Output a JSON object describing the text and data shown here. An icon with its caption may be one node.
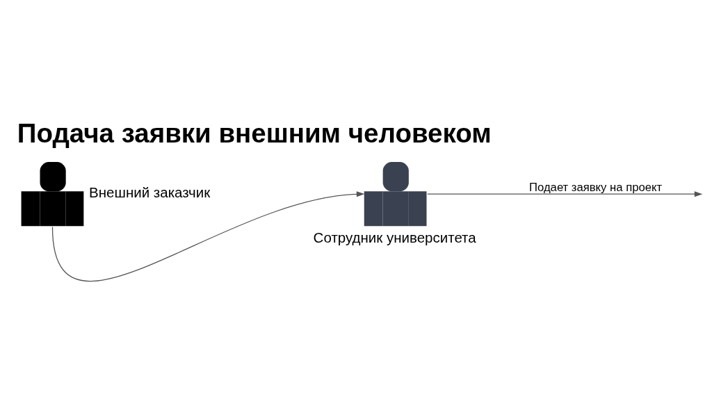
{
  "diagram": {
    "title": "Подача заявки внешним человеком",
    "nodes": [
      {
        "text": [],
        "shape": "person",
        "beside": [
          "Внешний заказчик"
        ]
      },
      {
        "text": [],
        "shape": "person",
        "beside": [
          "Сотрудник университета"
        ]
      }
    ],
    "edges": [
      {
        "from": 0,
        "to": 1,
        "arrow": "to"
      },
      {
        "from": 1,
        "to": null,
        "arrow": "to",
        "label": "Подает заявку на проект"
      }
    ]
  }
}
